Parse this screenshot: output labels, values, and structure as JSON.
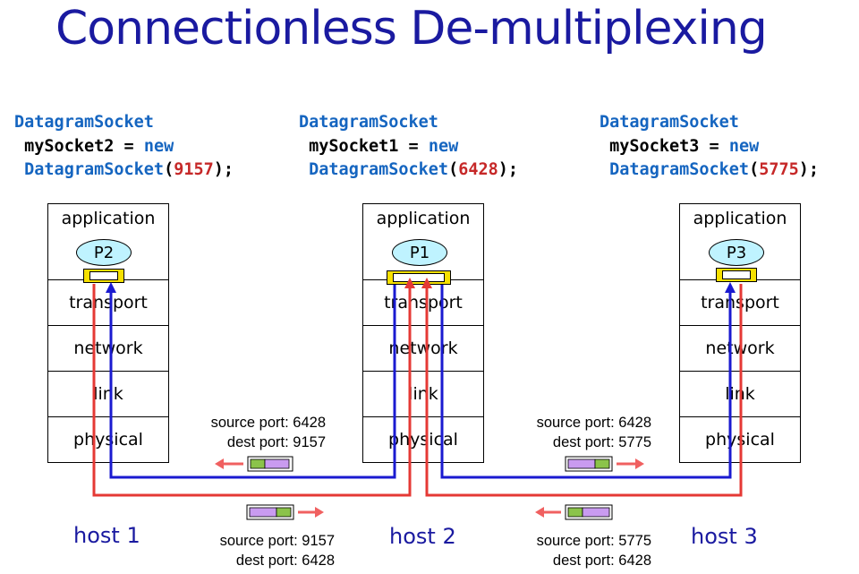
{
  "title": "Connectionless De-multiplexing",
  "code": [
    {
      "type": "DatagramSocket",
      "var": "mySocket2",
      "eq": " = ",
      "kw_new": "new",
      "ctor": "DatagramSocket",
      "open": "(",
      "port": "9157",
      "close": ");"
    },
    {
      "type": "DatagramSocket",
      "var": "mySocket1",
      "eq": " = ",
      "kw_new": "new",
      "ctor": "DatagramSocket",
      "open": "(",
      "port": "6428",
      "close": ");"
    },
    {
      "type": "DatagramSocket",
      "var": "mySocket3",
      "eq": " = ",
      "kw_new": "new",
      "ctor": "DatagramSocket",
      "open": "(",
      "port": "5775",
      "close": ");"
    }
  ],
  "layers": [
    "application",
    "transport",
    "network",
    "link",
    "physical"
  ],
  "processes": [
    "P2",
    "P1",
    "P3"
  ],
  "hosts": [
    "host 1",
    "host 2",
    "host 3"
  ],
  "segments": [
    {
      "source": "source port: 6428",
      "dest": "dest port: 9157"
    },
    {
      "source": "source port: 6428",
      "dest": "dest port: 5775"
    },
    {
      "source": "source port: 9157",
      "dest": "dest port: 6428"
    },
    {
      "source": "source port: 5775",
      "dest": "dest port: 6428"
    }
  ],
  "colors": {
    "title": "#1a1aa0",
    "keyword": "#1565c0",
    "number": "#c62828",
    "red_path": "#e53935",
    "blue_path": "#1a1ad0",
    "arrow": "#f06060",
    "socket": "#f6e000",
    "process": "#bff3ff",
    "packet_header": "#c99bf0",
    "packet_body": "#8bc34a"
  }
}
